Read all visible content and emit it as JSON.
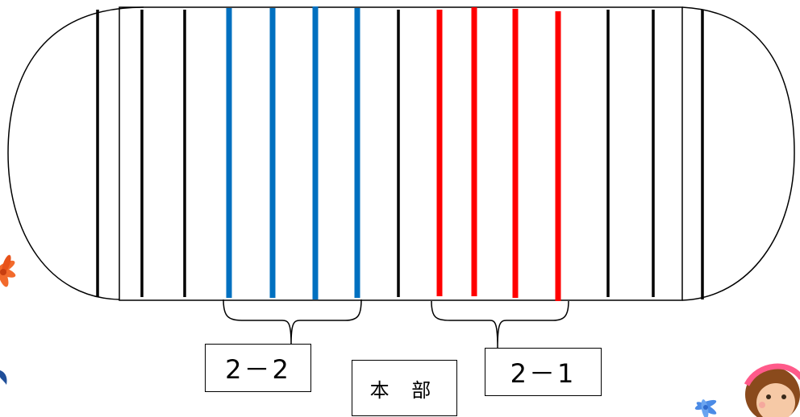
{
  "labels": {
    "group_2_2": "2－2",
    "headquarters": "本 部",
    "group_2_1": "2－1"
  },
  "colors": {
    "outline": "#000000",
    "black_lane": "#000000",
    "blue_lane": "#0070c0",
    "red_lane": "#ff0000",
    "flower_orange": "#f26a2c",
    "flower_blue": "#4b8be6",
    "skin": "#f6c9a6",
    "hair": "#8a4a1c",
    "headband": "#ff5a8a"
  },
  "icons": {
    "left_decoration": "orange-flower-icon",
    "left_leaf": "leaf-icon",
    "right_flower": "blue-flower-icon",
    "right_character": "girl-icon"
  }
}
